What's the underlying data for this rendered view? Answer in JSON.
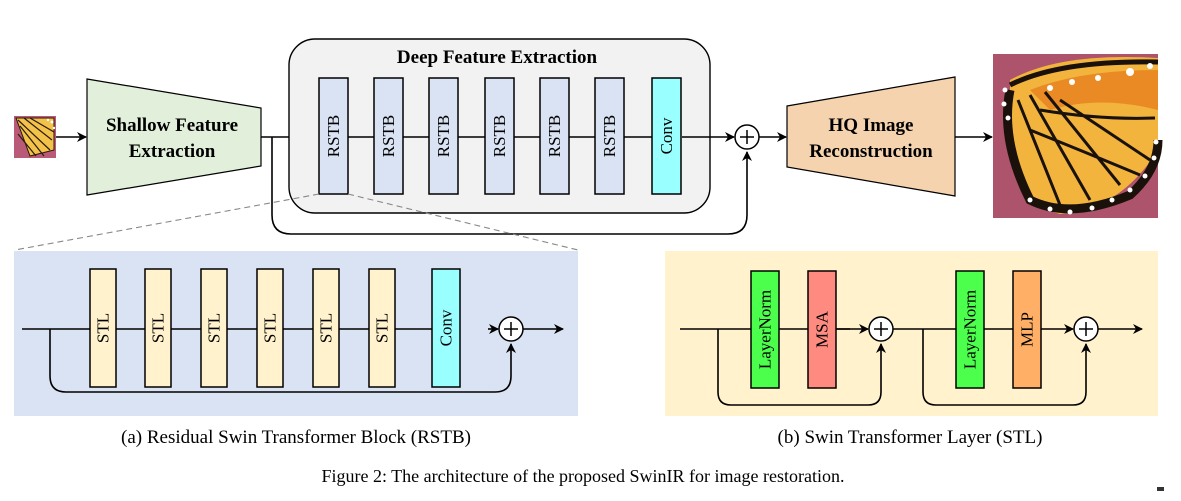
{
  "figure": {
    "caption": "Figure 2: The architecture of the proposed SwinIR for image restoration."
  },
  "top": {
    "shallow_label_line1": "Shallow Feature",
    "shallow_label_line2": "Extraction",
    "deep_title": "Deep Feature Extraction",
    "rstb_blocks": [
      "RSTB",
      "RSTB",
      "RSTB",
      "RSTB",
      "RSTB",
      "RSTB"
    ],
    "conv_label": "Conv",
    "plus_symbol": "+",
    "hq_label_line1": "HQ Image",
    "hq_label_line2": "Reconstruction",
    "input_image": "low-quality butterfly image",
    "output_image": "high-quality butterfly image"
  },
  "rstb_panel": {
    "stl_blocks": [
      "STL",
      "STL",
      "STL",
      "STL",
      "STL",
      "STL"
    ],
    "conv_label": "Conv",
    "plus_symbol": "+",
    "caption": "(a) Residual Swin Transformer Block (RSTB)"
  },
  "stl_panel": {
    "blocks": [
      "LayerNorm",
      "MSA",
      "LayerNorm",
      "MLP"
    ],
    "plus_symbol": "+",
    "caption": "(b) Swin Transformer Layer (STL)"
  },
  "colors": {
    "shallow_fill": "#e2efda",
    "deep_fill": "#f2f2f2",
    "rstb_fill": "#dae3f3",
    "conv_fill": "#99ffff",
    "hq_fill": "#f4d3ae",
    "rstb_panel_bg": "#dae3f3",
    "stl_panel_bg": "#fff2cc",
    "stl_fill": "#fff2cc",
    "layernorm_fill": "#4dff4d",
    "msa_fill": "#ff8a80",
    "mlp_fill": "#ffb066"
  }
}
